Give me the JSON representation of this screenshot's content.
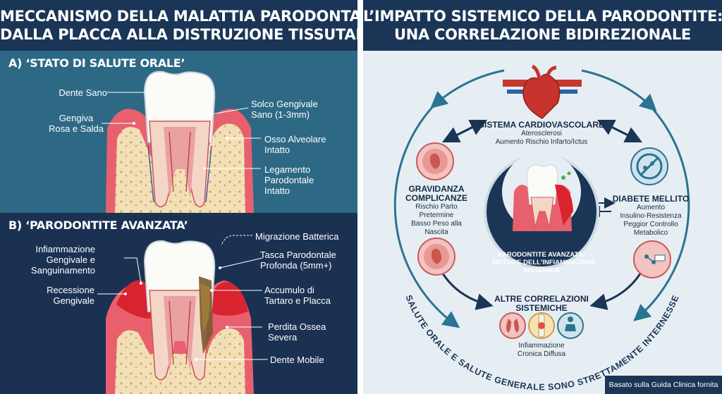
{
  "left": {
    "header": {
      "line1": "MECCANISMO DELLA MALATTIA PARODONTALE:",
      "line2": "DALLA PLACCA ALLA DISTRUZIONE TISSUTALE"
    },
    "section_a": {
      "title": "A) ‘STATO DI SALUTE ORALE’",
      "labels": {
        "dente_sano": "Dente Sano",
        "gengiva_1": "Gengiva",
        "gengiva_2": "Rosa e Salda",
        "solco_1": "Solco Gengivale",
        "solco_2": "Sano (1-3mm)",
        "osso_1": "Osso Alveolare",
        "osso_2": "Intatto",
        "legamento_1": "Legamento",
        "legamento_2": "Parodontale",
        "legamento_3": "Intatto"
      }
    },
    "section_b": {
      "title": "B) ‘PARODONTITE AVANZATA’",
      "labels": {
        "migrazione": "Migrazione Batterica",
        "infiamm_1": "Infiammazione",
        "infiamm_2": "Gengivale e",
        "infiamm_3": "Sanguinamento",
        "tasca_1": "Tasca Parodontale",
        "tasca_2": "Profonda (5mm+)",
        "recessione_1": "Recessione",
        "recessione_2": "Gengivale",
        "accumulo_1": "Accumulo di",
        "accumulo_2": "Tartaro e Placca",
        "perdita_1": "Perdita Ossea",
        "perdita_2": "Severa",
        "dente_mobile": "Dente Mobile"
      }
    }
  },
  "right": {
    "header": {
      "line1": "L’IMPATTO SISTEMICO DELLA PARODONTITE:",
      "line2": "UNA CORRELAZIONE BIDIREZIONALE"
    },
    "cardio": {
      "title": "SISTEMA CARDIOVASCOLARE",
      "line1": "Aterosclerosi",
      "line2": "Aumento Rischio Infarto/Ictus"
    },
    "gravidanza": {
      "title1": "GRAVIDANZA",
      "title2": "COMPLICANZE",
      "line1": "Rischio Parto",
      "line2": "Pretermine",
      "line3": "Basso Peso alla",
      "line4": "Nascita"
    },
    "diabete": {
      "title": "DIABETE MELLITO",
      "line1": "Aumento",
      "line2": "Insulino-Resistenza",
      "line3": "Peggior Controllo",
      "line4": "Metabolico"
    },
    "center": {
      "line1": "PARODONTITE AVANZATA:",
      "line2": "MOTORE DELL'INFIAMMAZIONE",
      "line3": "SISTEMICA"
    },
    "altre": {
      "title1": "ALTRE CORRELAZIONI",
      "title2": "SISTEMICHE",
      "line1": "Infiammazione",
      "line2": "Cronica Diffusa"
    },
    "arc_text": "SALUTE ORALE E SALUTE GENERALE SONO STRETTAMENTE INTERNESSE",
    "footer": "Basato sulla Guida Clinica fornita"
  },
  "colors": {
    "navy": "#1b3556",
    "teal": "#2d6985",
    "gum": "#e8606d",
    "inflamed": "#d9232e",
    "ring": "#2b7392",
    "bg": "#e6eef3"
  }
}
